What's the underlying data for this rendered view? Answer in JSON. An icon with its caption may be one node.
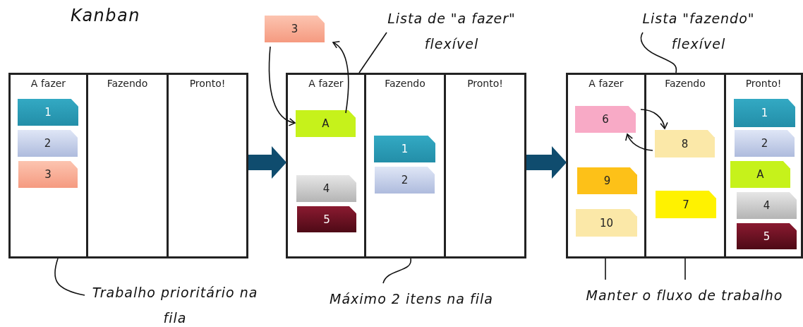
{
  "diagram": {
    "nodes": [
      {
        "text": [
          "A fazer"
        ]
      },
      {
        "text": [
          "1"
        ],
        "in": 0
      },
      {
        "text": [
          "2"
        ],
        "in": 0
      },
      {
        "text": [
          "3"
        ],
        "in": 0
      },
      {
        "text": [
          "Fazendo"
        ]
      },
      {
        "text": [
          "Pronto!"
        ]
      },
      {
        "text": [
          "3"
        ]
      },
      {
        "text": [
          "A fazer"
        ]
      },
      {
        "text": [
          "A"
        ],
        "in": 7
      },
      {
        "text": [
          "4"
        ],
        "in": 7
      },
      {
        "text": [
          "5"
        ],
        "in": 7
      },
      {
        "text": [
          "Fazendo"
        ]
      },
      {
        "text": [
          "1"
        ],
        "in": 11
      },
      {
        "text": [
          "2"
        ],
        "in": 11
      },
      {
        "text": [
          "Pronto!"
        ]
      },
      {
        "text": [
          "A fazer"
        ]
      },
      {
        "text": [
          "6"
        ],
        "in": 15
      },
      {
        "text": [
          "9"
        ],
        "in": 15
      },
      {
        "text": [
          "10"
        ],
        "in": 15
      },
      {
        "text": [
          "Fazendo"
        ]
      },
      {
        "text": [
          "8"
        ],
        "in": 19
      },
      {
        "text": [
          "7"
        ],
        "in": 19
      },
      {
        "text": [
          "Pronto!"
        ]
      },
      {
        "text": [
          "1"
        ],
        "in": 22
      },
      {
        "text": [
          "2"
        ],
        "in": 22
      },
      {
        "text": [
          "A"
        ],
        "in": 22
      },
      {
        "text": [
          "4"
        ],
        "in": 22
      },
      {
        "text": [
          "5"
        ],
        "in": 22
      },
      {
        "text": [
          "Lista de \"a fazer\" flexível"
        ]
      },
      {
        "text": [
          "Lista \"fazendo\" flexível"
        ]
      },
      {
        "text": [
          "Trabalho prioritário na fila"
        ]
      },
      {
        "text": [
          "Máximo 2 itens na fila"
        ]
      },
      {
        "text": [
          "Manter o fluxo de trabalho"
        ]
      }
    ],
    "edges": [
      {
        "from": 5,
        "to": 7,
        "arrow": "to",
        "style": "thick",
        "color": "#0f4c6e"
      },
      {
        "from": 14,
        "to": 15,
        "arrow": "to",
        "style": "thick",
        "color": "#0f4c6e"
      },
      {
        "from": 6,
        "to": 8,
        "arrow": "to"
      },
      {
        "from": 8,
        "to": 6,
        "arrow": "to"
      },
      {
        "from": 28,
        "to": 7,
        "arrow": "none"
      },
      {
        "from": 29,
        "to": 19,
        "arrow": "none"
      },
      {
        "from": 16,
        "to": 20,
        "arrow": "to"
      },
      {
        "from": 20,
        "to": 16,
        "arrow": "to"
      },
      {
        "from": 30,
        "to": 0,
        "arrow": "none"
      },
      {
        "from": 31,
        "to": 11,
        "arrow": "none"
      },
      {
        "from": 32,
        "to": 15,
        "arrow": "none"
      },
      {
        "from": 32,
        "to": 19,
        "arrow": "none"
      }
    ],
    "labels": [
      "Kanban"
    ]
  }
}
